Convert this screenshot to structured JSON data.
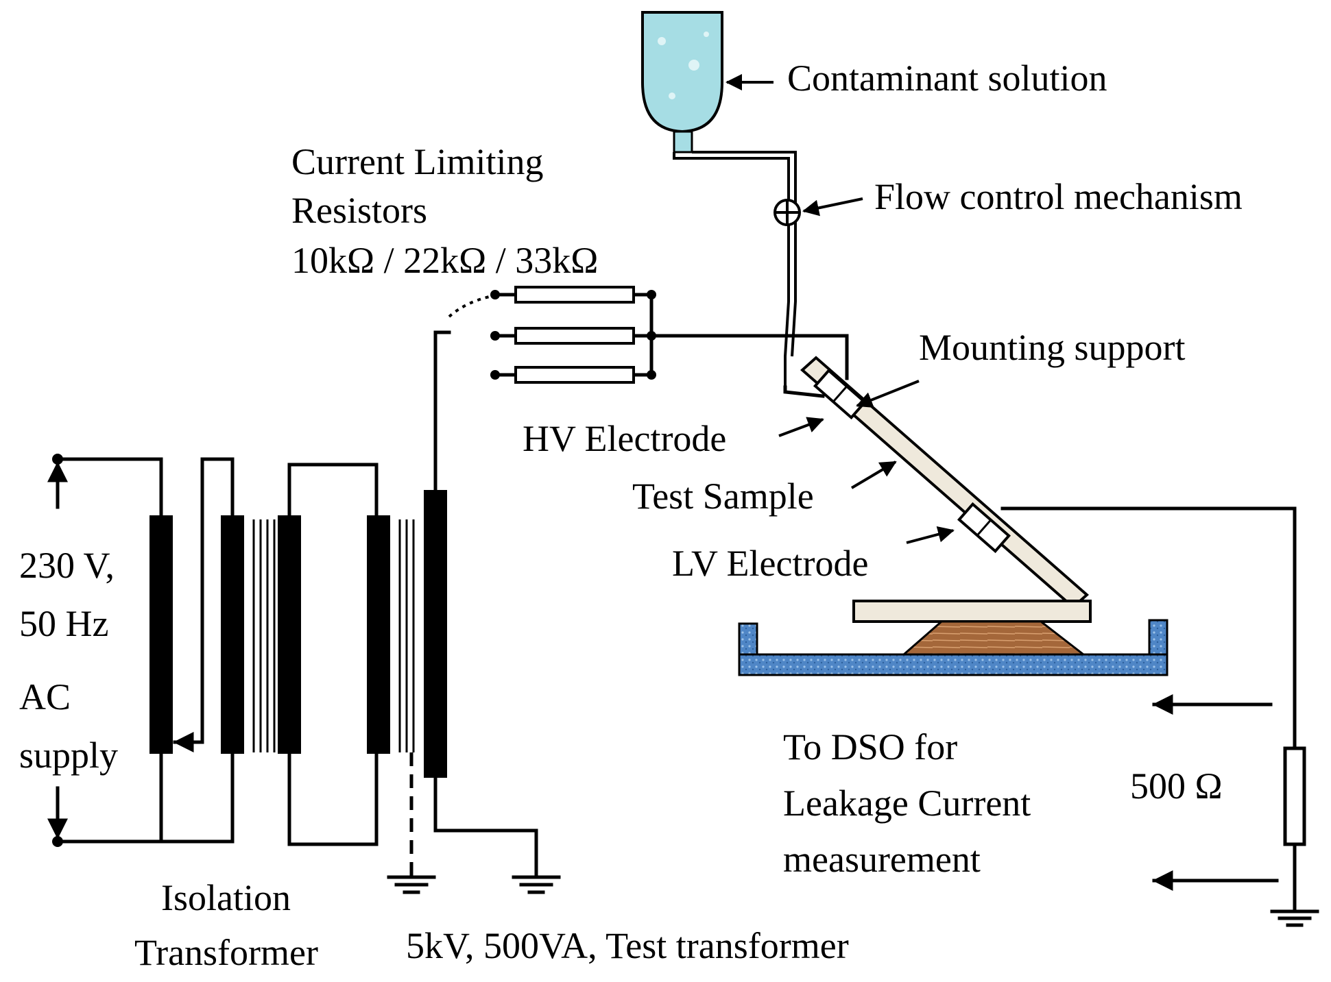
{
  "labels": {
    "contaminant": "Contaminant solution",
    "flow_control": "Flow control mechanism",
    "resistors_line1": "Current Limiting",
    "resistors_line2": "Resistors",
    "resistors_values": "10kΩ / 22kΩ / 33kΩ",
    "mounting_support": "Mounting support",
    "hv_electrode": "HV Electrode",
    "test_sample": "Test Sample",
    "lv_electrode": "LV Electrode",
    "supply_line1": "230 V,",
    "supply_line2": "50 Hz",
    "supply_line3": "AC",
    "supply_line4": "supply",
    "dso_line1": "To DSO for",
    "dso_line2": "Leakage Current",
    "dso_line3": "measurement",
    "shunt": "500 Ω",
    "isolation_line1": "Isolation",
    "isolation_line2": "Transformer",
    "test_transformer": "5kV, 500VA, Test transformer"
  },
  "colors": {
    "solution": "#a6dde4",
    "bench": "#4f86c6",
    "base": "#a4673a",
    "sample": "#efe9dc",
    "ink": "#000000"
  }
}
